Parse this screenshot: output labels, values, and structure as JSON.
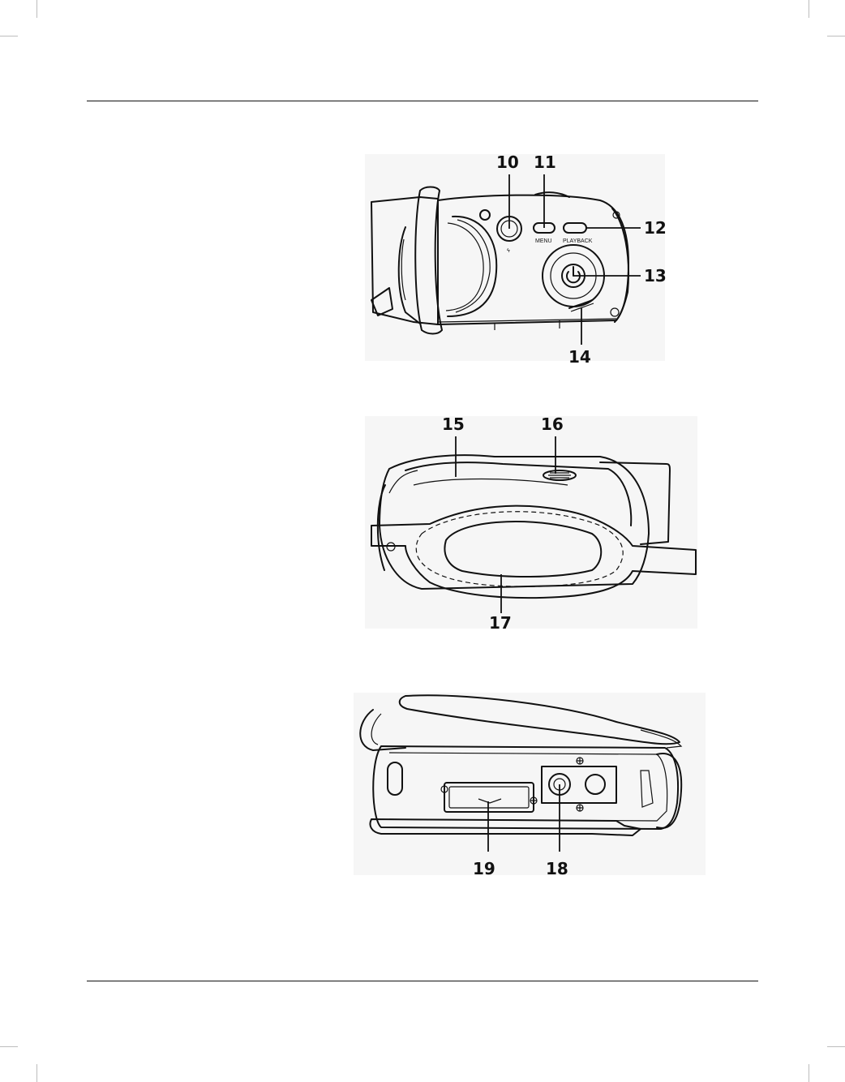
{
  "page": {
    "figures": [
      {
        "id": "camcorder-rear-view",
        "button_labels": {
          "menu": "MENU",
          "playback": "PLAYBACK",
          "flash_symbol": "ϟ"
        },
        "callouts": [
          "10",
          "11",
          "12",
          "13",
          "14"
        ]
      },
      {
        "id": "camcorder-side-view",
        "callouts": [
          "15",
          "16",
          "17"
        ]
      },
      {
        "id": "camcorder-bottom-view",
        "callouts": [
          "19",
          "18"
        ]
      }
    ]
  }
}
